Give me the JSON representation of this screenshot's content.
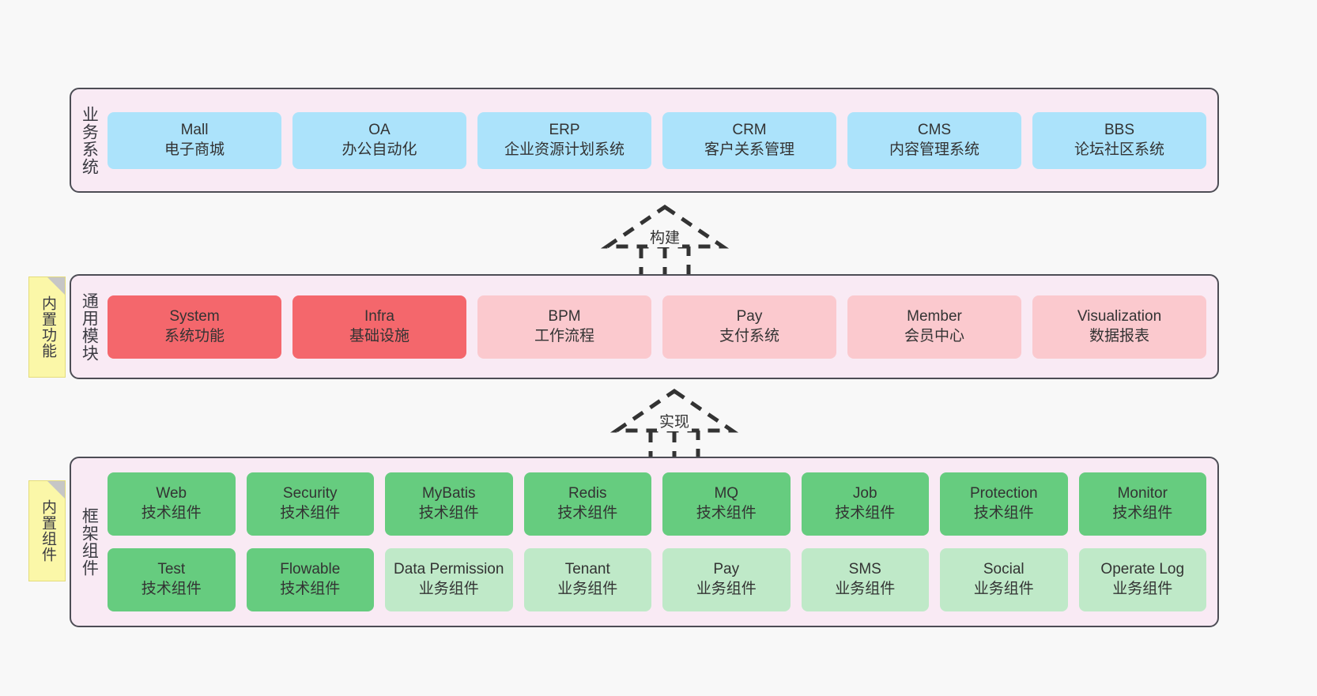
{
  "diagram": {
    "background_color": "#f8f8f8",
    "panel_background": "#f9eaf4",
    "panel_border": "#4d4d55",
    "note_color": "#fbf7a8"
  },
  "layers": [
    {
      "id": "business",
      "title": "业务系统",
      "rows": [
        {
          "cards": [
            {
              "name": "Mall",
              "sub": "电子商城",
              "color": "#ace3fb",
              "variant": "c-blue"
            },
            {
              "name": "OA",
              "sub": "办公自动化",
              "color": "#ace3fb",
              "variant": "c-blue"
            },
            {
              "name": "ERP",
              "sub": "企业资源计划系统",
              "color": "#ace3fb",
              "variant": "c-blue"
            },
            {
              "name": "CRM",
              "sub": "客户关系管理",
              "color": "#ace3fb",
              "variant": "c-blue"
            },
            {
              "name": "CMS",
              "sub": "内容管理系统",
              "color": "#ace3fb",
              "variant": "c-blue"
            },
            {
              "name": "BBS",
              "sub": "论坛社区系统",
              "color": "#ace3fb",
              "variant": "c-blue"
            }
          ]
        }
      ]
    },
    {
      "id": "common",
      "title": "通用模块",
      "note": "内置功能",
      "rows": [
        {
          "cards": [
            {
              "name": "System",
              "sub": "系统功能",
              "color": "#f4676c",
              "variant": "c-red"
            },
            {
              "name": "Infra",
              "sub": "基础设施",
              "color": "#f4676c",
              "variant": "c-red"
            },
            {
              "name": "BPM",
              "sub": "工作流程",
              "color": "#fbc9ce",
              "variant": "c-pink"
            },
            {
              "name": "Pay",
              "sub": "支付系统",
              "color": "#fbc9ce",
              "variant": "c-pink"
            },
            {
              "name": "Member",
              "sub": "会员中心",
              "color": "#fbc9ce",
              "variant": "c-pink"
            },
            {
              "name": "Visualization",
              "sub": "数据报表",
              "color": "#fbc9ce",
              "variant": "c-pink"
            }
          ]
        }
      ]
    },
    {
      "id": "frame",
      "title": "框架组件",
      "note": "内置组件",
      "rows": [
        {
          "cards": [
            {
              "name": "Web",
              "sub": "技术组件",
              "color": "#66cc7f",
              "variant": "c-green"
            },
            {
              "name": "Security",
              "sub": "技术组件",
              "color": "#66cc7f",
              "variant": "c-green"
            },
            {
              "name": "MyBatis",
              "sub": "技术组件",
              "color": "#66cc7f",
              "variant": "c-green"
            },
            {
              "name": "Redis",
              "sub": "技术组件",
              "color": "#66cc7f",
              "variant": "c-green"
            },
            {
              "name": "MQ",
              "sub": "技术组件",
              "color": "#66cc7f",
              "variant": "c-green"
            },
            {
              "name": "Job",
              "sub": "技术组件",
              "color": "#66cc7f",
              "variant": "c-green"
            },
            {
              "name": "Protection",
              "sub": "技术组件",
              "color": "#66cc7f",
              "variant": "c-green"
            },
            {
              "name": "Monitor",
              "sub": "技术组件",
              "color": "#66cc7f",
              "variant": "c-green"
            }
          ]
        },
        {
          "cards": [
            {
              "name": "Test",
              "sub": "技术组件",
              "color": "#66cc7f",
              "variant": "c-green"
            },
            {
              "name": "Flowable",
              "sub": "技术组件",
              "color": "#66cc7f",
              "variant": "c-green"
            },
            {
              "name": "Data Permission",
              "sub": "业务组件",
              "color": "#bfe9c8",
              "variant": "c-greenlight"
            },
            {
              "name": "Tenant",
              "sub": "业务组件",
              "color": "#bfe9c8",
              "variant": "c-greenlight"
            },
            {
              "name": "Pay",
              "sub": "业务组件",
              "color": "#bfe9c8",
              "variant": "c-greenlight"
            },
            {
              "name": "SMS",
              "sub": "业务组件",
              "color": "#bfe9c8",
              "variant": "c-greenlight"
            },
            {
              "name": "Social",
              "sub": "业务组件",
              "color": "#bfe9c8",
              "variant": "c-greenlight"
            },
            {
              "name": "Operate Log",
              "sub": "业务组件",
              "color": "#bfe9c8",
              "variant": "c-greenlight"
            }
          ]
        }
      ]
    }
  ],
  "connectors": [
    {
      "id": "build",
      "label": "构建",
      "style": "dashed-generalization",
      "from": "common",
      "to": "business"
    },
    {
      "id": "implement",
      "label": "实现",
      "style": "dashed-generalization",
      "from": "frame",
      "to": "common"
    }
  ]
}
